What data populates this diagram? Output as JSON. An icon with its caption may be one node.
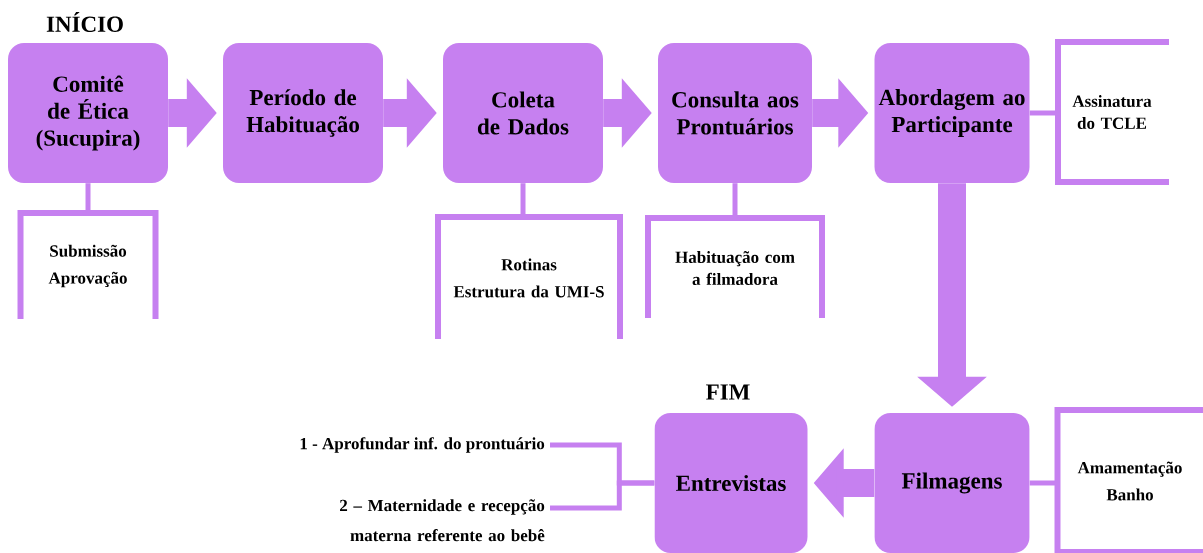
{
  "diagram": {
    "nodes": [
      {
        "text": [
          "INÍCIO",
          "Comitê de Ética (Sucupira)"
        ]
      },
      {
        "text": [
          "Período de Habituação"
        ]
      },
      {
        "text": [
          "Coleta de Dados"
        ]
      },
      {
        "text": [
          "Consulta aos Prontuários"
        ]
      },
      {
        "text": [
          "Abordagem ao Participante"
        ]
      },
      {
        "text": [
          "Filmagens"
        ]
      },
      {
        "text": [
          "FIM",
          "Entrevistas"
        ]
      },
      {
        "text": [
          "Submissão",
          "Aprovação"
        ]
      },
      {
        "text": [
          "Rotinas",
          "Estrutura  da UMI-S"
        ]
      },
      {
        "text": [
          "Habituação com a filmadora"
        ]
      },
      {
        "text": [
          "Assinatura do TCLE"
        ]
      },
      {
        "text": [
          "Amamentação",
          "Banho"
        ]
      },
      {
        "text": [
          "1 - Aprofundar  inf. do prontuário"
        ]
      },
      {
        "text": [
          "2 – Maternidade  e recepção materna referente ao bebê"
        ]
      }
    ],
    "edges": [
      {
        "from": 0,
        "to": 1,
        "arrow": "to",
        "style": "thick"
      },
      {
        "from": 1,
        "to": 2,
        "arrow": "to",
        "style": "thick"
      },
      {
        "from": 2,
        "to": 3,
        "arrow": "to",
        "style": "thick"
      },
      {
        "from": 3,
        "to": 4,
        "arrow": "to",
        "style": "thick"
      },
      {
        "from": 4,
        "to": 5,
        "arrow": "to",
        "style": "thick"
      },
      {
        "from": 5,
        "to": 6,
        "arrow": "to",
        "style": "thick"
      },
      {
        "from": 0,
        "to": 7,
        "arrow": "none"
      },
      {
        "from": 2,
        "to": 8,
        "arrow": "none"
      },
      {
        "from": 3,
        "to": 9,
        "arrow": "none"
      },
      {
        "from": 4,
        "to": 10,
        "arrow": "none"
      },
      {
        "from": 5,
        "to": 11,
        "arrow": "none"
      },
      {
        "from": 6,
        "to": 12,
        "arrow": "none"
      },
      {
        "from": 6,
        "to": 13,
        "arrow": "none"
      }
    ]
  }
}
